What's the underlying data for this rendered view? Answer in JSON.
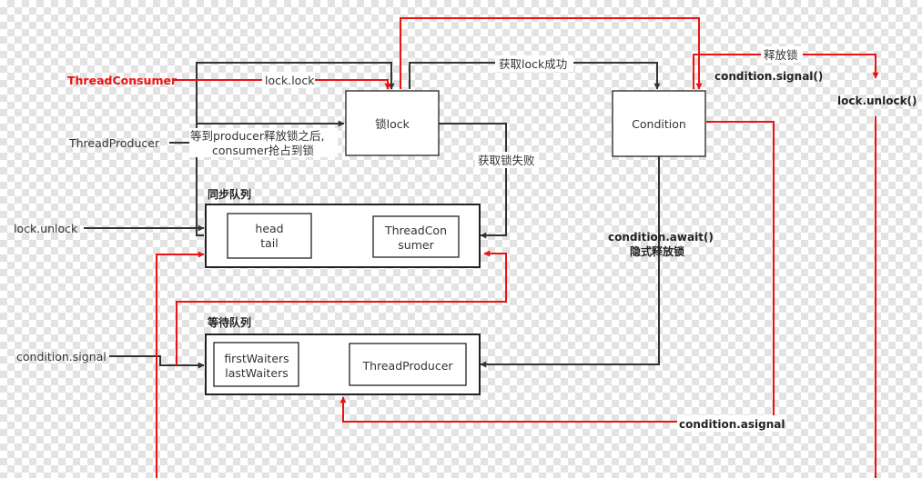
{
  "sources": {
    "thread_consumer": "ThreadConsumer",
    "thread_producer": "ThreadProducer",
    "lock_unlock_left": "lock.unlock",
    "condition_signal_left": "condition.signal"
  },
  "nodes": {
    "lock": "锁lock",
    "condition": "Condition",
    "lock_unlock_right": "lock.unlock()"
  },
  "sync_queue": {
    "title": "同步队列",
    "head": "head",
    "tail": "tail",
    "consumer_line1": "ThreadCon",
    "consumer_line2": "sumer"
  },
  "wait_queue": {
    "title": "等待队列",
    "first": "firstWaiters",
    "last": "lastWaiters",
    "producer": "ThreadProducer"
  },
  "labels": {
    "lock_lock": "lock.lock",
    "wait_line1": "等到producer释放锁之后,",
    "wait_line2": "consumer抢占到锁",
    "acquire_success": "获取lock成功",
    "acquire_fail": "获取锁失败",
    "release_lock": "释放锁",
    "condition_signal_top": "condition.signal()",
    "await_line1": "condition.await()",
    "await_line2": "隐式释放锁",
    "condition_asignal": "condition.asignal"
  },
  "colors": {
    "red": "#ee1111",
    "black": "#333333"
  }
}
